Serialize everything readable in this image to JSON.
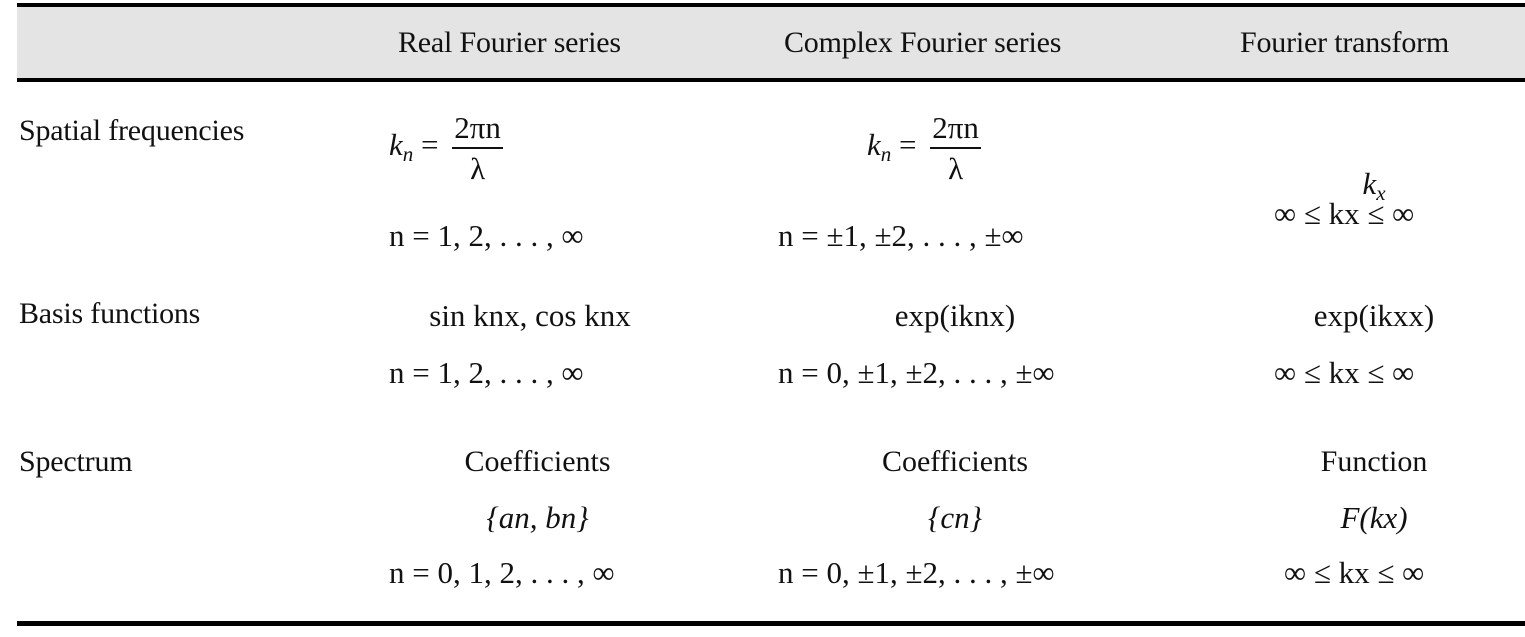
{
  "table": {
    "header": {
      "corner": "",
      "columns": [
        "Real Fourier series",
        "Complex Fourier series",
        "Fourier transform"
      ]
    },
    "rows": [
      {
        "label": "Spatial frequencies",
        "real": {
          "lhs": "k",
          "lhs_sub": "n",
          "eq": " = ",
          "frac_num": "2πn",
          "frac_den": "λ",
          "range": "n = 1, 2, . . . , ∞"
        },
        "complex": {
          "lhs": "k",
          "lhs_sub": "n",
          "eq": " = ",
          "frac_num": "2πn",
          "frac_den": "λ",
          "range": "n = ±1, ±2, . . . , ±∞"
        },
        "transform": {
          "var": "k",
          "var_sub": "x",
          "range": "∞ ≤ kx ≤ ∞"
        }
      },
      {
        "label": "Basis functions",
        "real": {
          "expr": "sin knx,  cos knx",
          "range": "n = 1, 2, . . . , ∞"
        },
        "complex": {
          "expr": "exp(iknx)",
          "range": "n = 0, ±1, ±2, . . . , ±∞"
        },
        "transform": {
          "expr": "exp(ikxx)",
          "range": "∞ ≤ kx ≤ ∞"
        }
      },
      {
        "label": "Spectrum",
        "real": {
          "kind": "Coefficients",
          "set": "{an, bn}",
          "range": "n = 0, 1, 2, . . . , ∞"
        },
        "complex": {
          "kind": "Coefficients",
          "set": "{cn}",
          "range": "n = 0, ±1, ±2, . . . , ±∞"
        },
        "transform": {
          "kind": "Function",
          "set": "F(kx)",
          "range": "∞ ≤ kx ≤ ∞"
        }
      }
    ],
    "colors": {
      "header_band": "#e4e4e4",
      "rules": "#000000",
      "text": "#111111"
    }
  }
}
